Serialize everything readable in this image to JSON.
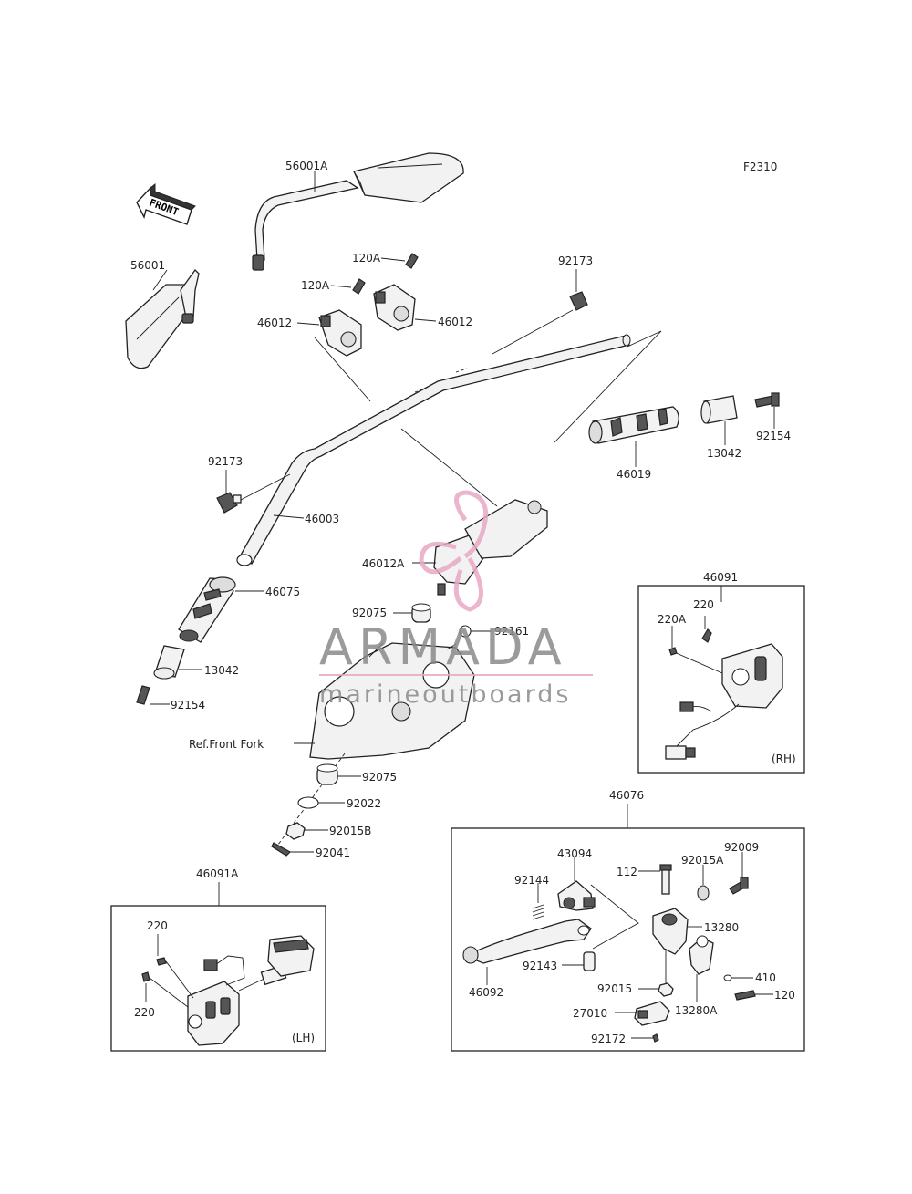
{
  "diagram_code": "F2310",
  "front_label": "FRONT",
  "labels": {
    "p56001a": "56001A",
    "p56001": "56001",
    "p120a_1": "120A",
    "p120a_2": "120A",
    "p46012_l": "46012",
    "p46012_r": "46012",
    "p92173_r": "92173",
    "p92173_l": "92173",
    "p46003": "46003",
    "p46019": "46019",
    "p13042_r": "13042",
    "p92154_r": "92154",
    "p46012a": "46012A",
    "p92075_top": "92075",
    "p92161": "92161",
    "p46075": "46075",
    "p13042_l": "13042",
    "p92154_l": "92154",
    "ref_front_fork": "Ref.Front Fork",
    "p92075_bot": "92075",
    "p92022": "92022",
    "p92015b": "92015B",
    "p92041": "92041",
    "p46091": "46091",
    "p220_rh": "220",
    "p220a_rh": "220A",
    "rh_tag": "(RH)",
    "p46091a": "46091A",
    "p220_lh_top": "220",
    "p220_lh_bot": "220",
    "lh_tag": "(LH)",
    "p46076": "46076",
    "p43094": "43094",
    "p92144": "92144",
    "p112": "112",
    "p92015a": "92015A",
    "p92009": "92009",
    "p13280": "13280",
    "p92143": "92143",
    "p46092": "46092",
    "p92015": "92015",
    "p410": "410",
    "p120": "120",
    "p13280a": "13280A",
    "p27010": "27010",
    "p92172": "92172"
  },
  "watermark": {
    "brand": "ARMADA",
    "tagline": "marineoutboards"
  },
  "colors": {
    "line": "#222222",
    "watermark_text": "#8a8a8a",
    "watermark_logo": "#e8a9c6"
  }
}
